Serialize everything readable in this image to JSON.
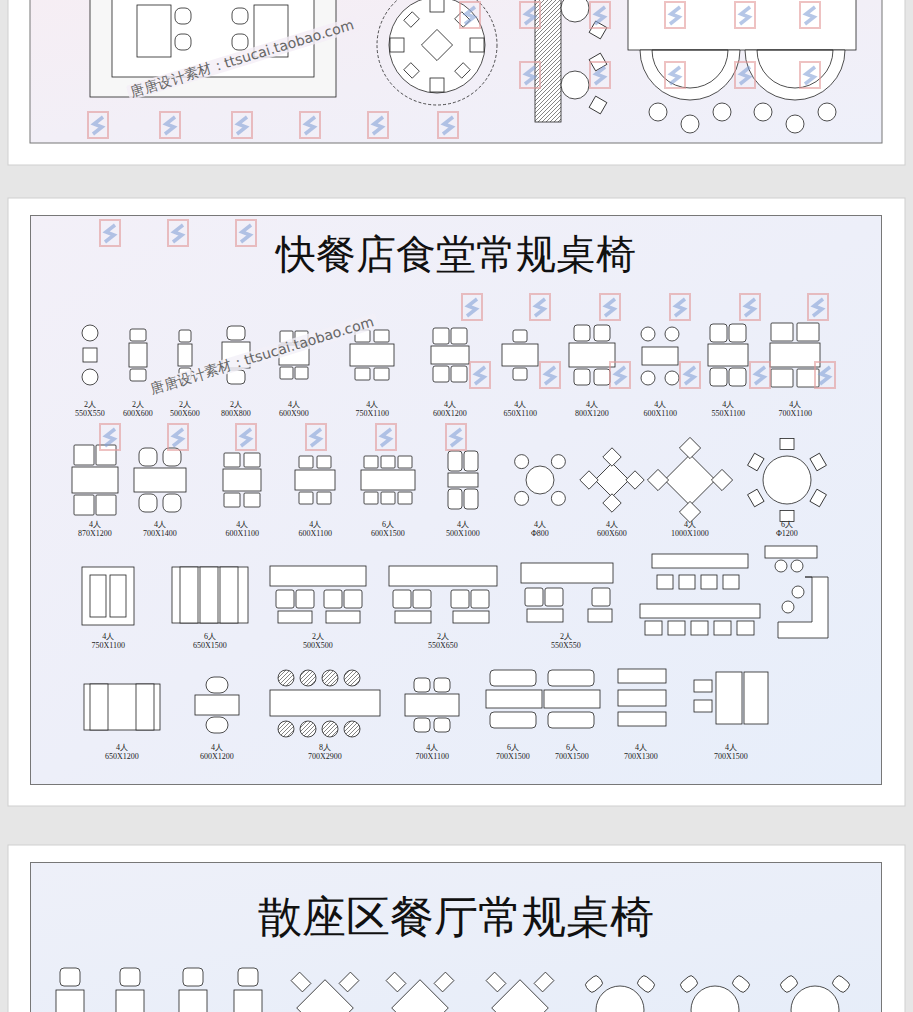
{
  "diagram": {
    "nodes": [
      {
        "text": [
          "快餐店食堂常规桌椅"
        ]
      },
      {
        "text": [
          "散座区餐厅常规桌椅"
        ]
      }
    ],
    "labels": [
      "唐唐设计素材：ttsucai.taobao.com",
      "唐唐设计素材：ttsucai.taobao.com",
      "2人 550X550",
      "2人 600X600",
      "2人 500X600",
      "2人 800X800",
      "4人 600X900",
      "4人 750X1100",
      "4人 600X1200",
      "4人 650X1100",
      "4人 800X1200",
      "4人 600X1100",
      "4人 550X1100",
      "4人 700X1100",
      "4人 870X1200",
      "4人 700X1400",
      "4人 600X1100",
      "4人 600X1100",
      "6人 600X1500",
      "4人 500X1000",
      "4人 Φ800",
      "4人 600X600",
      "4人 1000X1000",
      "6人 Φ1200",
      "4人 750X1100",
      "6人 650X1500",
      "2人 500X500",
      "2人 550X650",
      "2人 550X550",
      "4人 650X1200",
      "4人 600X1200",
      "8人 700X2900",
      "4人 700X1100",
      "6人 700X1500",
      "6人 700X1500",
      "4人 700X1300",
      "4人 700X1500"
    ]
  }
}
